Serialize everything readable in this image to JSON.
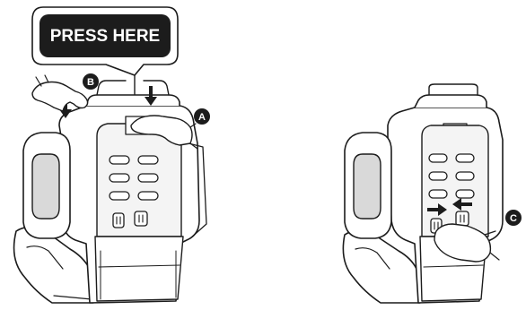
{
  "callout": {
    "text": "PRESS HERE"
  },
  "markers": {
    "a": "A",
    "b": "B",
    "c": "C"
  },
  "colors": {
    "ink": "#1c1c1c",
    "fill": "#ffffff",
    "panel": "#f4f4f4",
    "shade": "#d9d9d9"
  }
}
